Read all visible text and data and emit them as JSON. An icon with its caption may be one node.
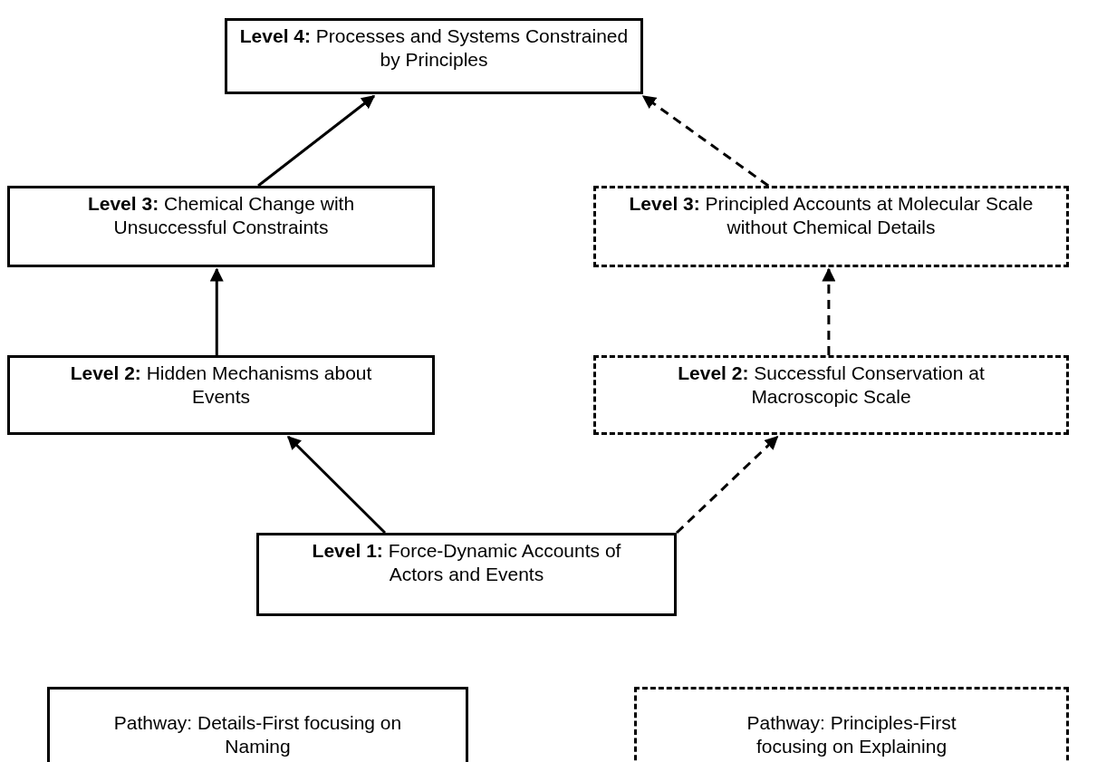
{
  "diagram": {
    "nodes": [
      {
        "text": [
          "**Level 4:** Processes and Systems Constrained by Principles"
        ]
      },
      {
        "text": [
          "**Level 3:** Chemical Change with Unsuccessful Constraints"
        ]
      },
      {
        "text": [
          "**Level 3:** Principled Accounts at Molecular Scale without Chemical Details"
        ]
      },
      {
        "text": [
          "**Level 2:** Hidden Mechanisms about Events"
        ]
      },
      {
        "text": [
          "**Level 2:** Successful Conservation at Macroscopic Scale"
        ]
      },
      {
        "text": [
          "**Level 1:** Force-Dynamic Accounts of Actors and Events"
        ]
      },
      {
        "text": [
          "Pathway: Details-First focusing on Naming"
        ]
      },
      {
        "text": [
          "Pathway: Principles-First focusing on Explaining"
        ]
      }
    ],
    "edges": [
      {
        "from": 5,
        "to": 3,
        "arrow": "to"
      },
      {
        "from": 5,
        "to": 4,
        "arrow": "to",
        "style": "dashed"
      },
      {
        "from": 3,
        "to": 1,
        "arrow": "to"
      },
      {
        "from": 4,
        "to": 2,
        "arrow": "to",
        "style": "dashed"
      },
      {
        "from": 1,
        "to": 0,
        "arrow": "to"
      },
      {
        "from": 2,
        "to": 0,
        "arrow": "to",
        "style": "dashed"
      }
    ]
  }
}
